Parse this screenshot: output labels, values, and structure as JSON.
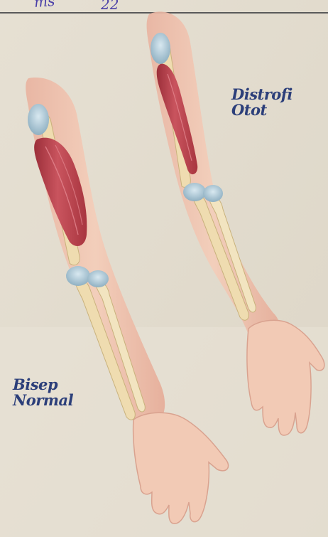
{
  "labels": {
    "diseased_line1": "Distrofi",
    "diseased_line2": "Otot",
    "normal_line1": "Bisep",
    "normal_line2": "Normal"
  },
  "handwriting": {
    "note_1": "ms",
    "note_2": "22"
  },
  "colors": {
    "paper": "#e3ddd0",
    "skin": "#f1c7b1",
    "skin_shadow": "#e4a796",
    "muscle": "#b8404a",
    "muscle_highlight": "#d8707a",
    "bone": "#ecdcb2",
    "joint": "#a9c4d3",
    "label_text": "#2c3f7a",
    "ink": "#4a3fa8",
    "rule_line": "#5a5a5a"
  }
}
